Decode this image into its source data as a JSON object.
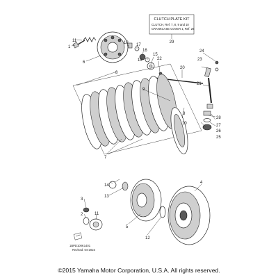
{
  "kit": {
    "title": "CLUTCH PLATE KIT",
    "line1": "CLUTCH, Ref. 7, 8, 9 and 10",
    "line2": "CRANKCASE COVER 1, Ref. 26",
    "ref": "29"
  },
  "labels": {
    "l1": "1",
    "l2": "2",
    "l3": "3",
    "l4": "4",
    "l5": "5",
    "l6": "6",
    "l7": "7",
    "l8a": "8",
    "l8b": "8",
    "l9": "9",
    "l10": "10",
    "l11": "11",
    "l12": "12",
    "l13": "13",
    "l14": "14",
    "l15": "15",
    "l16": "16",
    "l17": "17",
    "l18": "18",
    "l19": "19",
    "l20": "20",
    "l21": "21",
    "l22": "22",
    "l23": "23",
    "l24": "24",
    "l25": "25",
    "l26": "26",
    "l27": "27",
    "l28": "28"
  },
  "footer": {
    "code": "1BPD100K1401",
    "revised": "Revised: 04-2015",
    "copyright": "©2015 Yamaha Motor Corporation, U.S.A. All rights reserved."
  }
}
